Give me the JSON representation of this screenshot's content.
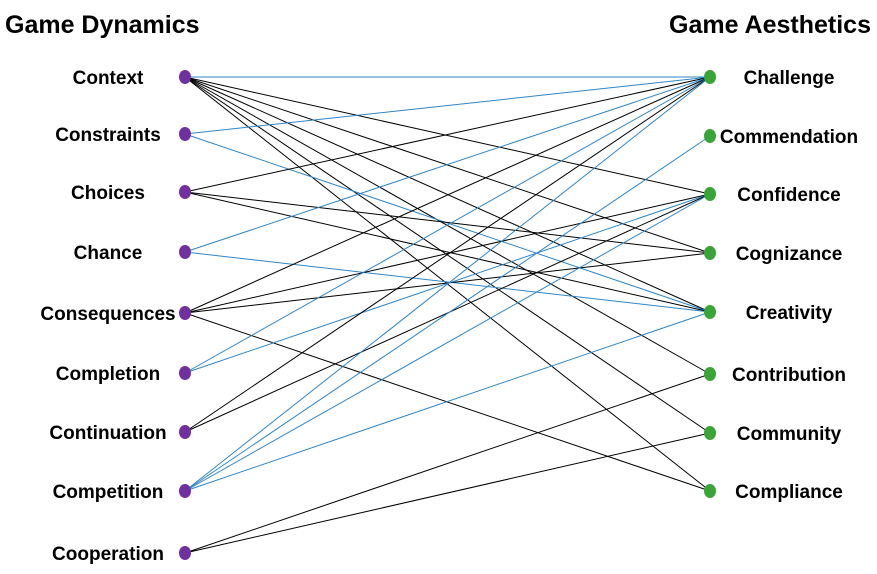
{
  "titles": {
    "left": "Game Dynamics",
    "right": "Game Aesthetics"
  },
  "colors": {
    "left_node": "#7030a0",
    "right_node": "#3aa537",
    "link_black": "#000000",
    "link_blue": "#2e86c8"
  },
  "left_nodes": [
    "Context",
    "Constraints",
    "Choices",
    "Chance",
    "Consequences",
    "Completion",
    "Continuation",
    "Competition",
    "Cooperation"
  ],
  "right_nodes": [
    "Challenge",
    "Commendation",
    "Confidence",
    "Cognizance",
    "Creativity",
    "Contribution",
    "Community",
    "Compliance"
  ],
  "links": [
    {
      "from": "Context",
      "to": "Challenge",
      "color": "blue"
    },
    {
      "from": "Context",
      "to": "Confidence",
      "color": "black"
    },
    {
      "from": "Context",
      "to": "Cognizance",
      "color": "black"
    },
    {
      "from": "Context",
      "to": "Creativity",
      "color": "black"
    },
    {
      "from": "Context",
      "to": "Contribution",
      "color": "black"
    },
    {
      "from": "Context",
      "to": "Community",
      "color": "black"
    },
    {
      "from": "Context",
      "to": "Compliance",
      "color": "black"
    },
    {
      "from": "Constraints",
      "to": "Challenge",
      "color": "blue"
    },
    {
      "from": "Constraints",
      "to": "Creativity",
      "color": "blue"
    },
    {
      "from": "Choices",
      "to": "Challenge",
      "color": "black"
    },
    {
      "from": "Choices",
      "to": "Cognizance",
      "color": "black"
    },
    {
      "from": "Choices",
      "to": "Creativity",
      "color": "black"
    },
    {
      "from": "Chance",
      "to": "Challenge",
      "color": "blue"
    },
    {
      "from": "Chance",
      "to": "Creativity",
      "color": "blue"
    },
    {
      "from": "Consequences",
      "to": "Challenge",
      "color": "black"
    },
    {
      "from": "Consequences",
      "to": "Confidence",
      "color": "black"
    },
    {
      "from": "Consequences",
      "to": "Cognizance",
      "color": "black"
    },
    {
      "from": "Consequences",
      "to": "Compliance",
      "color": "black"
    },
    {
      "from": "Completion",
      "to": "Challenge",
      "color": "blue"
    },
    {
      "from": "Completion",
      "to": "Confidence",
      "color": "blue"
    },
    {
      "from": "Continuation",
      "to": "Challenge",
      "color": "black"
    },
    {
      "from": "Continuation",
      "to": "Confidence",
      "color": "black"
    },
    {
      "from": "Competition",
      "to": "Challenge",
      "color": "blue"
    },
    {
      "from": "Competition",
      "to": "Commendation",
      "color": "blue"
    },
    {
      "from": "Competition",
      "to": "Confidence",
      "color": "blue"
    },
    {
      "from": "Competition",
      "to": "Creativity",
      "color": "blue"
    },
    {
      "from": "Cooperation",
      "to": "Contribution",
      "color": "black"
    },
    {
      "from": "Cooperation",
      "to": "Community",
      "color": "black"
    }
  ]
}
